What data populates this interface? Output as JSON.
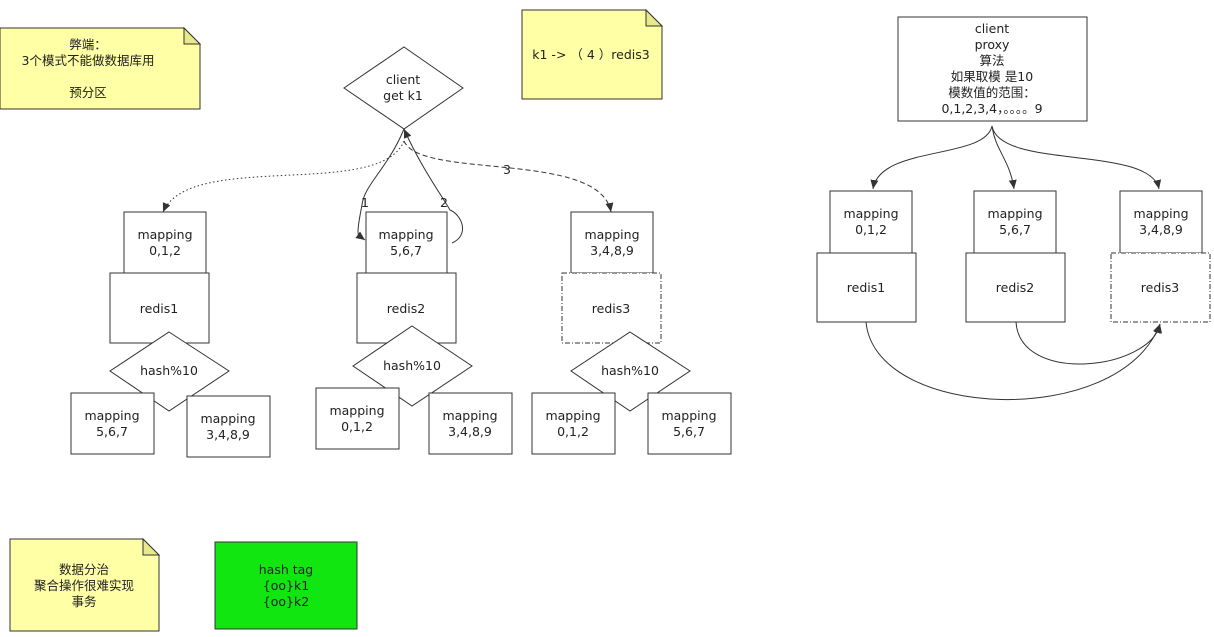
{
  "notes": {
    "drawback": [
      "弊端：",
      "3个模式不能做数据库用",
      "",
      "预分区"
    ],
    "route": [
      "k1  ->  （ 4 ）redis3"
    ],
    "sharding": [
      "数据分治",
      "聚合操作很难实现",
      "事务"
    ],
    "hashtag": [
      "hash tag",
      "{oo}k1",
      "{oo}k2"
    ]
  },
  "left_diagram": {
    "client": [
      "client",
      "get k1"
    ],
    "edge_labels": [
      "1",
      "2",
      "3"
    ],
    "nodes": [
      {
        "mapping": [
          "mapping",
          "0,1,2"
        ],
        "redis": "redis1",
        "hash": "hash%10",
        "sub": [
          [
            "mapping",
            "5,6,7"
          ],
          [
            "mapping",
            "3,4,8,9"
          ]
        ]
      },
      {
        "mapping": [
          "mapping",
          "5,6,7"
        ],
        "redis": "redis2",
        "hash": "hash%10",
        "sub": [
          [
            "mapping",
            "0,1,2"
          ],
          [
            "mapping",
            "3,4,8,9"
          ]
        ]
      },
      {
        "mapping": [
          "mapping",
          "3,4,8,9"
        ],
        "redis": "redis3",
        "hash": "hash%10",
        "sub": [
          [
            "mapping",
            "0,1,2"
          ],
          [
            "mapping",
            "5,6,7"
          ]
        ]
      }
    ]
  },
  "right_diagram": {
    "proxy": [
      "client",
      "proxy",
      "算法",
      "如果取模 是10",
      "模数值的范围：",
      "0,1,2,3,4，。。。。9"
    ],
    "nodes": [
      {
        "mapping": [
          "mapping",
          "0,1,2"
        ],
        "redis": "redis1"
      },
      {
        "mapping": [
          "mapping",
          "5,6,7"
        ],
        "redis": "redis2"
      },
      {
        "mapping": [
          "mapping",
          "3,4,8,9"
        ],
        "redis": "redis3"
      }
    ]
  },
  "colors": {
    "note": "#ffffa6",
    "note_fold": "#e9e98c",
    "hashtag": "#11e611",
    "stroke": "#333333"
  }
}
